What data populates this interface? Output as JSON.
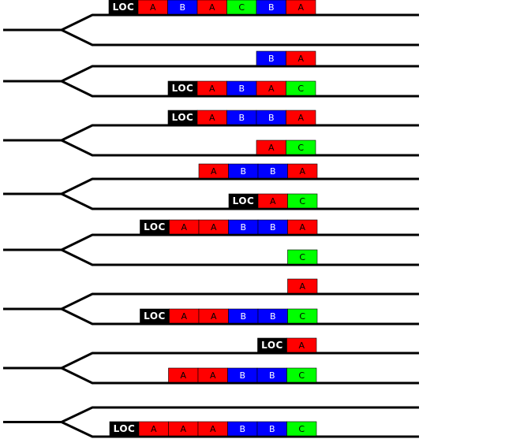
{
  "colors": {
    "A": "#ff0000",
    "B": "#0000ff",
    "C": "#00ff00",
    "LOC": "#000000",
    "track": "#000000",
    "background": "#ffffff",
    "label_dark": "#000000",
    "label_light": "#ffffff"
  },
  "legend_labels": {
    "LOC": "LOC",
    "A": "A",
    "B": "B",
    "C": "C"
  },
  "steps": [
    {
      "upper": [
        "LOC",
        "A",
        "B",
        "A",
        "C",
        "B",
        "A"
      ],
      "lower": []
    },
    {
      "upper": [
        "B",
        "A"
      ],
      "lower": [
        "LOC",
        "A",
        "B",
        "A",
        "C"
      ]
    },
    {
      "upper": [
        "LOC",
        "A",
        "B",
        "B",
        "A"
      ],
      "lower": [
        "A",
        "C"
      ]
    },
    {
      "upper": [
        "A",
        "B",
        "B",
        "A"
      ],
      "lower": [
        "LOC",
        "A",
        "C"
      ]
    },
    {
      "upper": [
        "LOC",
        "A",
        "A",
        "B",
        "B",
        "A"
      ],
      "lower": [
        "C"
      ]
    },
    {
      "upper": [
        "A"
      ],
      "lower": [
        "LOC",
        "A",
        "A",
        "B",
        "B",
        "C"
      ]
    },
    {
      "upper": [
        "LOC",
        "A"
      ],
      "lower": [
        "A",
        "A",
        "B",
        "B",
        "C"
      ]
    },
    {
      "upper": [],
      "lower": [
        "LOC",
        "A",
        "A",
        "A",
        "B",
        "B",
        "C"
      ]
    }
  ]
}
